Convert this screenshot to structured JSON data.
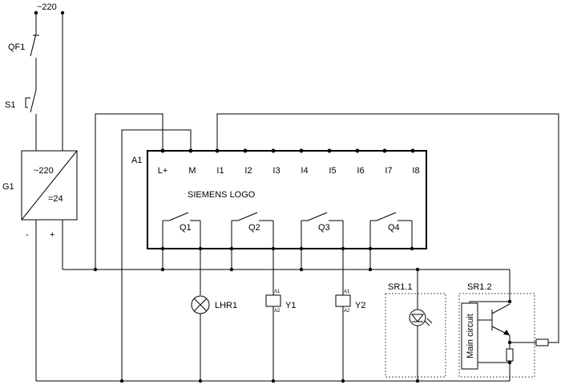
{
  "supply": {
    "voltage_label": "~220"
  },
  "breaker": {
    "label": "QF1"
  },
  "switch": {
    "label": "S1"
  },
  "power_supply": {
    "label": "G1",
    "input": "~220",
    "output": "=24",
    "minus": "-",
    "plus": "+"
  },
  "controller": {
    "label": "A1",
    "name": "SIEMENS LOGO",
    "terminals": [
      "L+",
      "M",
      "I1",
      "I2",
      "I3",
      "I4",
      "I5",
      "I6",
      "I7",
      "I8"
    ],
    "outputs": [
      "Q1",
      "Q2",
      "Q3",
      "Q4"
    ]
  },
  "lamp": {
    "label": "LHR1"
  },
  "valves": [
    {
      "label": "Y1",
      "pin_top": "A1",
      "pin_bottom": "A2"
    },
    {
      "label": "Y2",
      "pin_top": "A1",
      "pin_bottom": "A2"
    }
  ],
  "sensor_emitter": {
    "label": "SR1.1"
  },
  "sensor_receiver": {
    "label": "SR1.2",
    "block": "Main circuit"
  }
}
